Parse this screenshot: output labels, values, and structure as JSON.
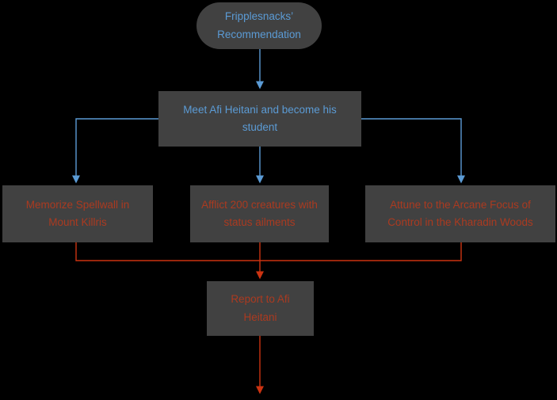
{
  "title": "Fripplesnacks' Recommendation quest flowchart",
  "colors": {
    "background": "#000000",
    "node_fill": "#414141",
    "blue": "#5b9bd5",
    "red_line": "#cc3311",
    "red_text": "#ab3a20"
  },
  "nodes": {
    "start": {
      "label": "Fripplesnacks’ Recommendation",
      "lines": [
        "Fripplesnacks’",
        "Recommendation"
      ],
      "shape": "stadium",
      "text_color": "blue"
    },
    "meet": {
      "label": "Meet Afi Heitani and become his student",
      "lines": [
        "Meet Afi Heitani and become his",
        "student"
      ],
      "shape": "rect",
      "text_color": "blue"
    },
    "memorize": {
      "label": "Memorize Spellwall in Mount Killris",
      "lines": [
        "Memorize Spellwall in",
        "Mount Killris"
      ],
      "shape": "rect",
      "text_color": "red"
    },
    "afflict": {
      "label": "Afflict 200 creatures with status ailments",
      "lines": [
        "Afflict 200 creatures with",
        "status ailments"
      ],
      "shape": "rect",
      "text_color": "red"
    },
    "attune": {
      "label": "Attune to the Arcane Focus of Control in the Kharadin Woods",
      "lines": [
        "Attune to the Arcane Focus of",
        "Control in the Kharadin Woods"
      ],
      "shape": "rect",
      "text_color": "red"
    },
    "report": {
      "label": "Report to Afi Heitani",
      "lines": [
        "Report to Afi",
        "Heitani"
      ],
      "shape": "rect",
      "text_color": "red"
    }
  },
  "edges": [
    {
      "from": "start",
      "to": "meet",
      "color": "blue",
      "arrowhead": true
    },
    {
      "from": "meet",
      "to": "memorize",
      "color": "blue",
      "arrowhead": true
    },
    {
      "from": "meet",
      "to": "afflict",
      "color": "blue",
      "arrowhead": true
    },
    {
      "from": "meet",
      "to": "attune",
      "color": "blue",
      "arrowhead": true
    },
    {
      "from": "memorize",
      "to": "report",
      "color": "red",
      "arrowhead": false
    },
    {
      "from": "afflict",
      "to": "report",
      "color": "red",
      "arrowhead": true
    },
    {
      "from": "attune",
      "to": "report",
      "color": "red",
      "arrowhead": false
    },
    {
      "from": "report",
      "to": "offscreen-bottom",
      "color": "red",
      "arrowhead": true
    }
  ]
}
